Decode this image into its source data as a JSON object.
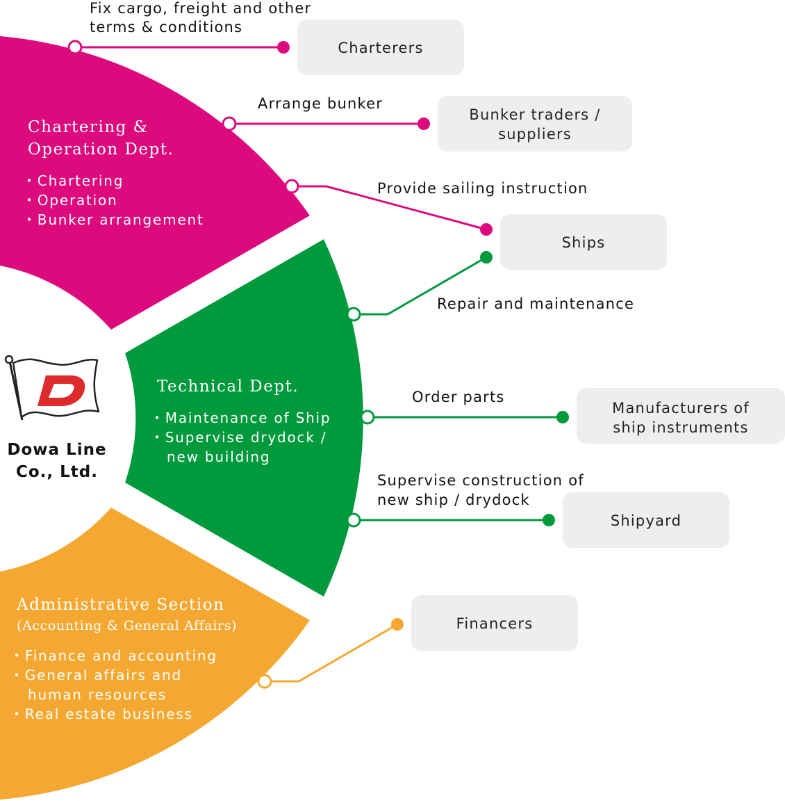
{
  "company": {
    "line1": "Dowa Line",
    "line2": "Co., Ltd."
  },
  "colors": {
    "chartering": "#dc0a7d",
    "technical": "#009a3d",
    "admin": "#f4a831",
    "box": "#eeeeee",
    "logo_red": "#dd2a2a"
  },
  "departments": {
    "chartering": {
      "title1": "Chartering &",
      "title2": "Operation Dept.",
      "items": [
        "・Chartering",
        "・Operation",
        "・Bunker arrangement"
      ]
    },
    "technical": {
      "title": "Technical Dept.",
      "items": [
        "・Maintenance of Ship",
        "・Supervise drydock /",
        "new building"
      ]
    },
    "admin": {
      "title": "Administrative Section",
      "subtitle": "(Accounting & General Affairs)",
      "items": [
        "・Finance and accounting",
        "・General affairs and",
        "human resources",
        "・Real estate business"
      ]
    }
  },
  "connections": {
    "cargo_terms": [
      "Fix cargo, freight and other",
      "terms & conditions"
    ],
    "bunker": "Arrange bunker",
    "sailing": "Provide sailing instruction",
    "repair": "Repair and maintenance",
    "parts": "Order parts",
    "construction": [
      "Supervise construction of",
      "new ship / drydock"
    ]
  },
  "parties": {
    "charterers": "Charterers",
    "bunker_traders": [
      "Bunker traders /",
      "suppliers"
    ],
    "ships": "Ships",
    "manufacturers": [
      "Manufacturers of",
      "ship instruments"
    ],
    "shipyard": "Shipyard",
    "financers": "Financers"
  }
}
